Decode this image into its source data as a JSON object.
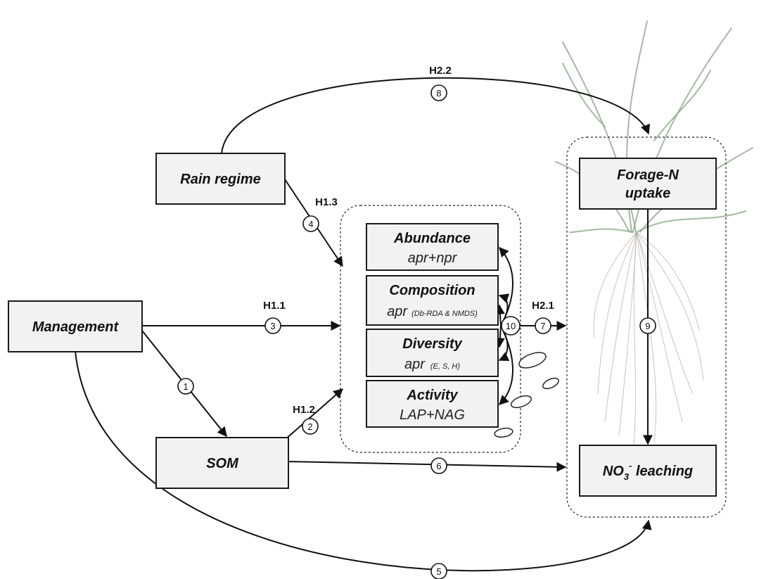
{
  "nodes": {
    "rain_regime": "Rain regime",
    "management": "Management",
    "som": "SOM",
    "abundance": {
      "title": "Abundance",
      "sub": "apr+npr"
    },
    "composition": {
      "title": "Composition",
      "sub": "apr",
      "note": "(Db-RDA & NMDS)"
    },
    "diversity": {
      "title": "Diversity",
      "sub": "apr",
      "note": "(E, S, H)"
    },
    "activity": {
      "title": "Activity",
      "sub": "LAP+NAG"
    },
    "forage_n": {
      "line1": "Forage-N",
      "line2": "uptake"
    },
    "no3_leaching": {
      "base": "NO",
      "sub": "3",
      "sup": "-",
      "rest": " leaching"
    }
  },
  "hypotheses": {
    "h11": "H1.1",
    "h12": "H1.2",
    "h13": "H1.3",
    "h21": "H2.1",
    "h22": "H2.2"
  },
  "paths": {
    "p1": "1",
    "p2": "2",
    "p3": "3",
    "p4": "4",
    "p5": "5",
    "p6": "6",
    "p7": "7",
    "p8": "8",
    "p9": "9",
    "p10": "10"
  }
}
